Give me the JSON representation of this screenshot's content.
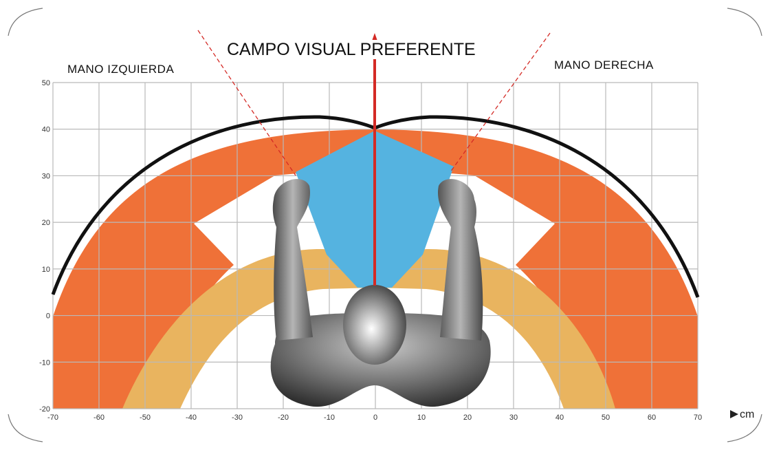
{
  "title": "CAMPO VISUAL PREFERENTE",
  "left_label": "MANO IZQUIERDA",
  "right_label": "MANO DERECHA",
  "unit": "cm",
  "x_ticks": [
    "-70",
    "-60",
    "-50",
    "-40",
    "-30",
    "-20",
    "-10",
    "0",
    "10",
    "20",
    "30",
    "40",
    "50",
    "60",
    "70"
  ],
  "y_ticks": [
    "50",
    "40",
    "30",
    "20",
    "10",
    "0",
    "-10",
    "-20"
  ],
  "x_range": [
    -70,
    70
  ],
  "y_range": [
    -20,
    50
  ],
  "colors": {
    "max_reach_zone": "#ef7138",
    "optimal_zone": "#e9b45f",
    "visual_field": "#55b3e0",
    "sight_arrow": "#d42a25",
    "reach_limit_line": "#111111",
    "grid": "#b9b9b9"
  }
}
